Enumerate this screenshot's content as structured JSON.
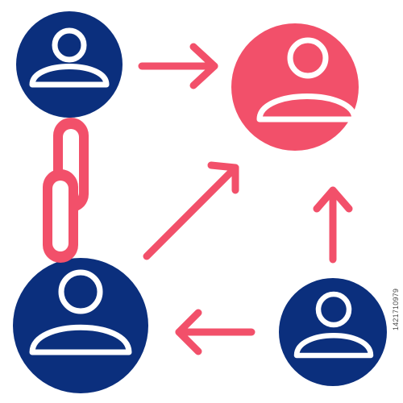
{
  "icon": {
    "name": "referral-network",
    "colors": {
      "primary": "#0b2f7d",
      "accent": "#f2506a",
      "outline": "#ffffff"
    },
    "nodes": [
      {
        "id": "top-left",
        "icon": "user-icon",
        "color": "primary"
      },
      {
        "id": "top-right",
        "icon": "user-icon",
        "color": "accent"
      },
      {
        "id": "bottom-left",
        "icon": "user-icon",
        "color": "primary"
      },
      {
        "id": "bottom-right",
        "icon": "user-icon",
        "color": "primary"
      }
    ],
    "connectors": [
      {
        "from": "top-left",
        "to": "top-right",
        "icon": "arrow-right-icon"
      },
      {
        "from": "bottom-left",
        "to": "top-right",
        "icon": "arrow-diagonal-icon"
      },
      {
        "from": "bottom-right",
        "to": "top-right",
        "icon": "arrow-up-icon"
      },
      {
        "from": "bottom-right",
        "to": "bottom-left",
        "icon": "arrow-left-icon"
      },
      {
        "from": "top-left",
        "to": "bottom-left",
        "icon": "chain-link-icon"
      }
    ]
  },
  "stock_id": "1421710979"
}
